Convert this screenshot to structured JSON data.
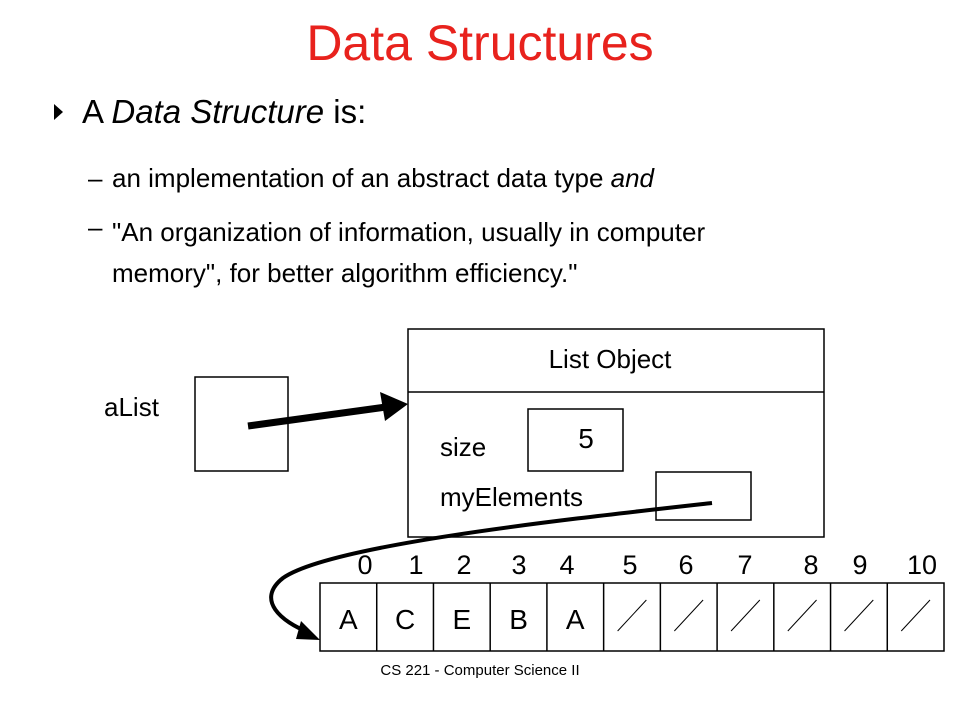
{
  "slide": {
    "title": "Data Structures",
    "bullet": {
      "prefix": "A ",
      "emphasis": "Data Structure",
      "suffix": " is:"
    },
    "sub_items": [
      {
        "dash": "–",
        "text": "an implementation of an abstract data type ",
        "emphasis": "and"
      },
      {
        "dash": "–",
        "text": "\"An organization of information, usually in computer memory\", for better algorithm efficiency.\""
      }
    ],
    "footer": "CS 221 - Computer Science II"
  },
  "diagram": {
    "variable_label": "aList",
    "object_title": "List Object",
    "size_label": "size",
    "size_value": "5",
    "elements_label": "myElements",
    "indices": [
      "0",
      "1",
      "2",
      "3",
      "4",
      "5",
      "6",
      "7",
      "8",
      "9",
      "10"
    ],
    "cells": [
      "A",
      "C",
      "E",
      "B",
      "A",
      "",
      "",
      "",
      "",
      "",
      ""
    ]
  }
}
